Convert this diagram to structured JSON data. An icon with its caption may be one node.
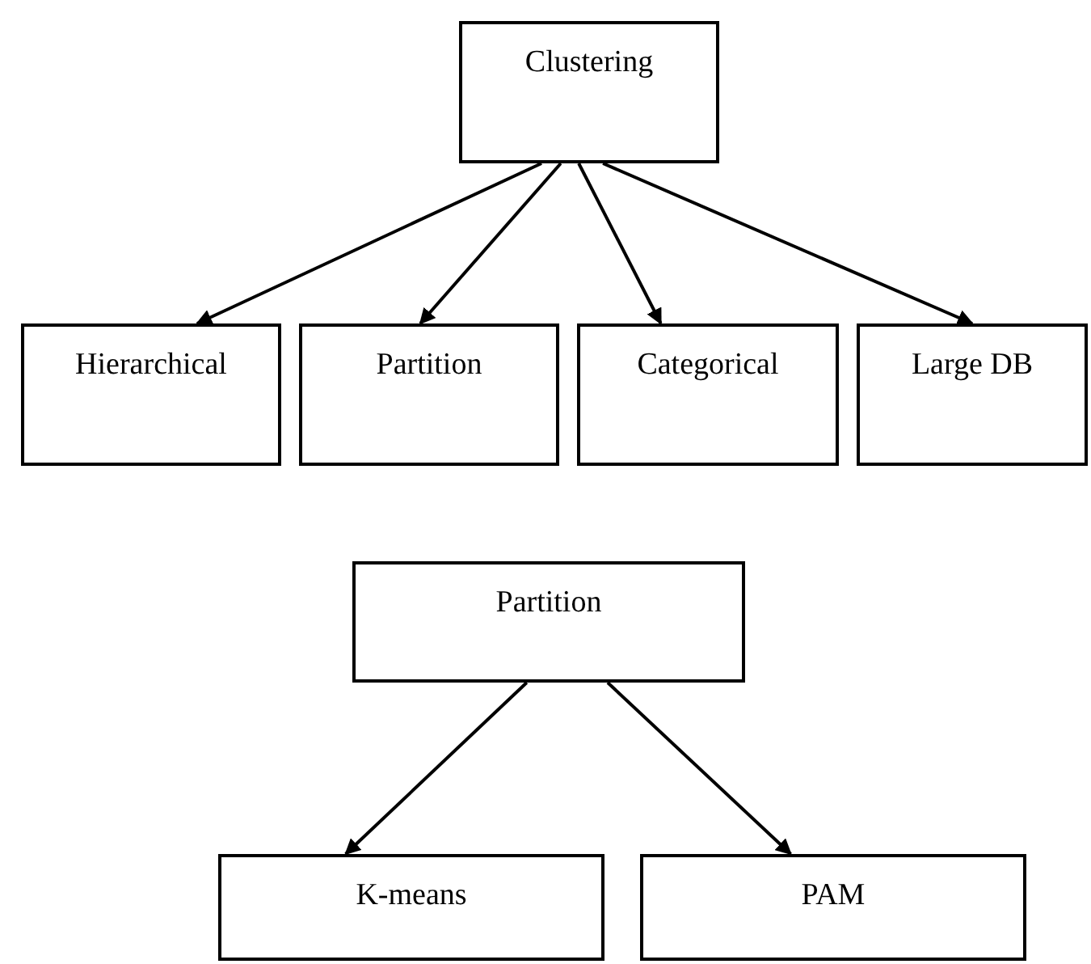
{
  "diagram": {
    "nodes": [
      {
        "text": [
          "Clustering"
        ]
      },
      {
        "text": [
          "Hierarchical"
        ]
      },
      {
        "text": [
          "Partition"
        ]
      },
      {
        "text": [
          "Categorical"
        ]
      },
      {
        "text": [
          "Large DB"
        ]
      },
      {
        "text": [
          "Partition"
        ]
      },
      {
        "text": [
          "K-means"
        ]
      },
      {
        "text": [
          "PAM"
        ]
      }
    ],
    "edges": [
      {
        "from": 0,
        "to": 1,
        "arrow": "to"
      },
      {
        "from": 0,
        "to": 2,
        "arrow": "to"
      },
      {
        "from": 0,
        "to": 3,
        "arrow": "to"
      },
      {
        "from": 0,
        "to": 4,
        "arrow": "to"
      },
      {
        "from": 5,
        "to": 6,
        "arrow": "to"
      },
      {
        "from": 5,
        "to": 7,
        "arrow": "to"
      }
    ]
  }
}
